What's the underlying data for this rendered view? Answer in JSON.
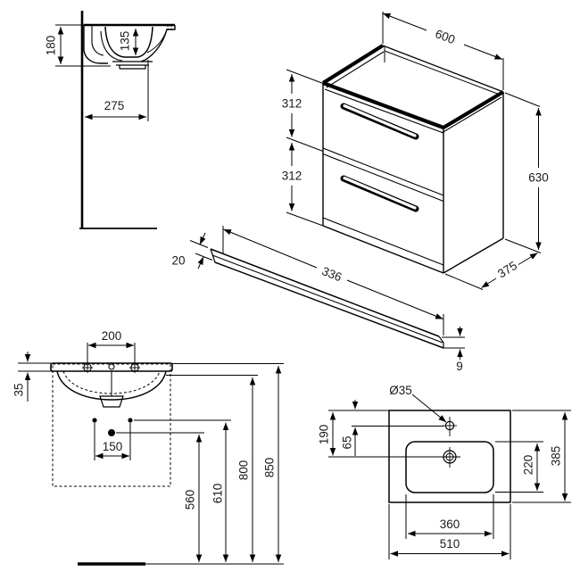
{
  "drawing": {
    "title": "Vanity unit and washbasin technical dimension drawing",
    "background": "#ffffff",
    "line_color": "#000000",
    "text_color": "#1a1a1a"
  },
  "views": {
    "side": {
      "label": "washbasin side section view",
      "dims": {
        "d180": "180",
        "d135": "135",
        "d275": "275"
      }
    },
    "cabinet": {
      "label": "vanity cabinet isometric view",
      "dims": {
        "d600": "600",
        "d312_top": "312",
        "d312_bottom": "312",
        "d630": "630",
        "d375": "375"
      }
    },
    "rail": {
      "label": "towel rail detail",
      "dims": {
        "d20": "20",
        "d336": "336",
        "d9": "9"
      }
    },
    "front": {
      "label": "washbasin front installation view",
      "dims": {
        "d200": "200",
        "d35": "35",
        "d150": "150",
        "d560": "560",
        "d610": "610",
        "d800": "800",
        "d850": "850"
      }
    },
    "plan": {
      "label": "washbasin plan view",
      "dims": {
        "d35": "Ø35",
        "d190": "190",
        "d65": "65",
        "d220": "220",
        "d385": "385",
        "d360": "360",
        "d510": "510"
      }
    }
  }
}
